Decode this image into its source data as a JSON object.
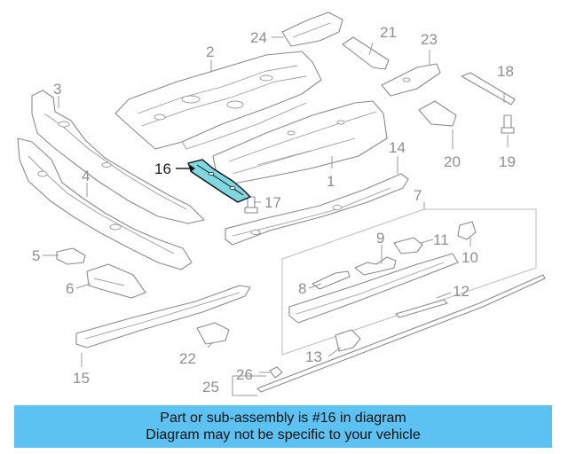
{
  "diagram": {
    "highlighted_part": "16",
    "callouts": [
      "2",
      "3",
      "4",
      "5",
      "6",
      "7",
      "8",
      "9",
      "10",
      "11",
      "12",
      "13",
      "14",
      "15",
      "16",
      "17",
      "18",
      "19",
      "20",
      "21",
      "22",
      "23",
      "24",
      "25",
      "26",
      "1"
    ]
  },
  "banner": {
    "line1": "Part or sub-assembly is #16 in diagram",
    "line2": "Diagram may not be specific to your vehicle"
  },
  "colors": {
    "banner_background": "#5bc2f2",
    "highlight_fill": "#7fd7e0",
    "line_art": "#8a8a8a"
  }
}
